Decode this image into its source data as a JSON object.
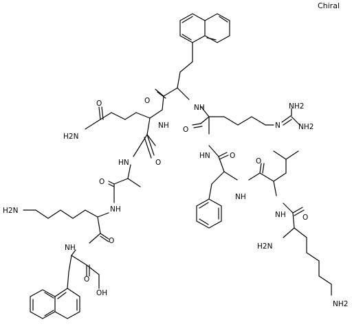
{
  "annotation": {
    "chiral": "Chiral"
  },
  "labels": {
    "nh2": "NH2",
    "h2n": "H2N",
    "h2n_no_sub": "H2N",
    "o": "O",
    "nh": "NH",
    "n": "N",
    "hn": "HN",
    "h": "H",
    "oh": "OH",
    "sub2": "2"
  },
  "atoms": [
    {
      "id": "nh2-top",
      "label": "NH2"
    },
    {
      "id": "nh2-mid",
      "label": "NH2"
    },
    {
      "id": "n-imine",
      "label": "N"
    },
    {
      "id": "nh-arg",
      "label": "NH"
    },
    {
      "id": "o-nal1",
      "label": "O"
    },
    {
      "id": "h2n-gln",
      "label": "H2N"
    },
    {
      "id": "o-gln-amide",
      "label": "O"
    },
    {
      "id": "nh-gln",
      "label": "NH"
    },
    {
      "id": "o-arg",
      "label": "O"
    },
    {
      "id": "hn-phe",
      "label": "HN"
    },
    {
      "id": "o-phe",
      "label": "O"
    },
    {
      "id": "o-leu",
      "label": "O"
    },
    {
      "id": "hn-ala",
      "label": "HN"
    },
    {
      "id": "o-gln",
      "label": "O"
    },
    {
      "id": "o-ala",
      "label": "O"
    },
    {
      "id": "nh-ala2",
      "label": "NH"
    },
    {
      "id": "nh-leu",
      "label": "NH"
    },
    {
      "id": "h2n-lys",
      "label": "H2N"
    },
    {
      "id": "nh-lys1",
      "label": "NH"
    },
    {
      "id": "o-lys1",
      "label": "O"
    },
    {
      "id": "h2n-lys-alpha",
      "label": "H2N"
    },
    {
      "id": "nh-nal2",
      "label": "NH"
    },
    {
      "id": "o-lys2",
      "label": "O"
    },
    {
      "id": "o-acid",
      "label": "O"
    },
    {
      "id": "oh-acid",
      "label": "OH"
    },
    {
      "id": "nh2-bottom",
      "label": "NH2"
    }
  ]
}
